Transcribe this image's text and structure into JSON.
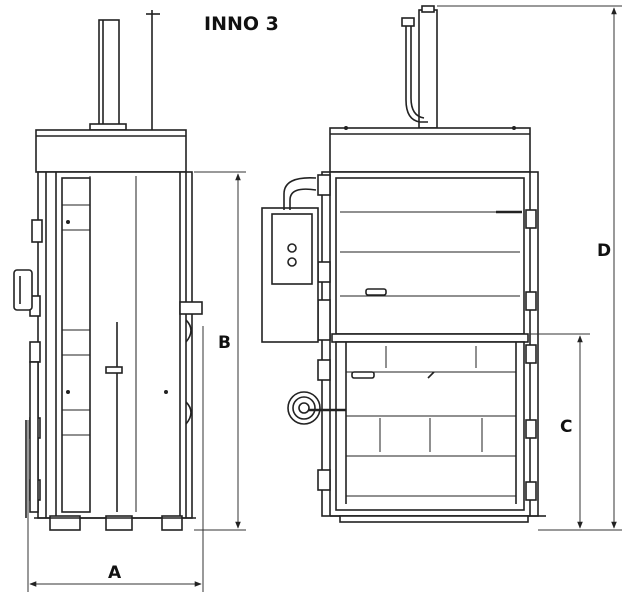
{
  "title": "INNO 3",
  "dimension_labels": {
    "a": "A",
    "b": "B",
    "c": "C",
    "d": "D"
  }
}
